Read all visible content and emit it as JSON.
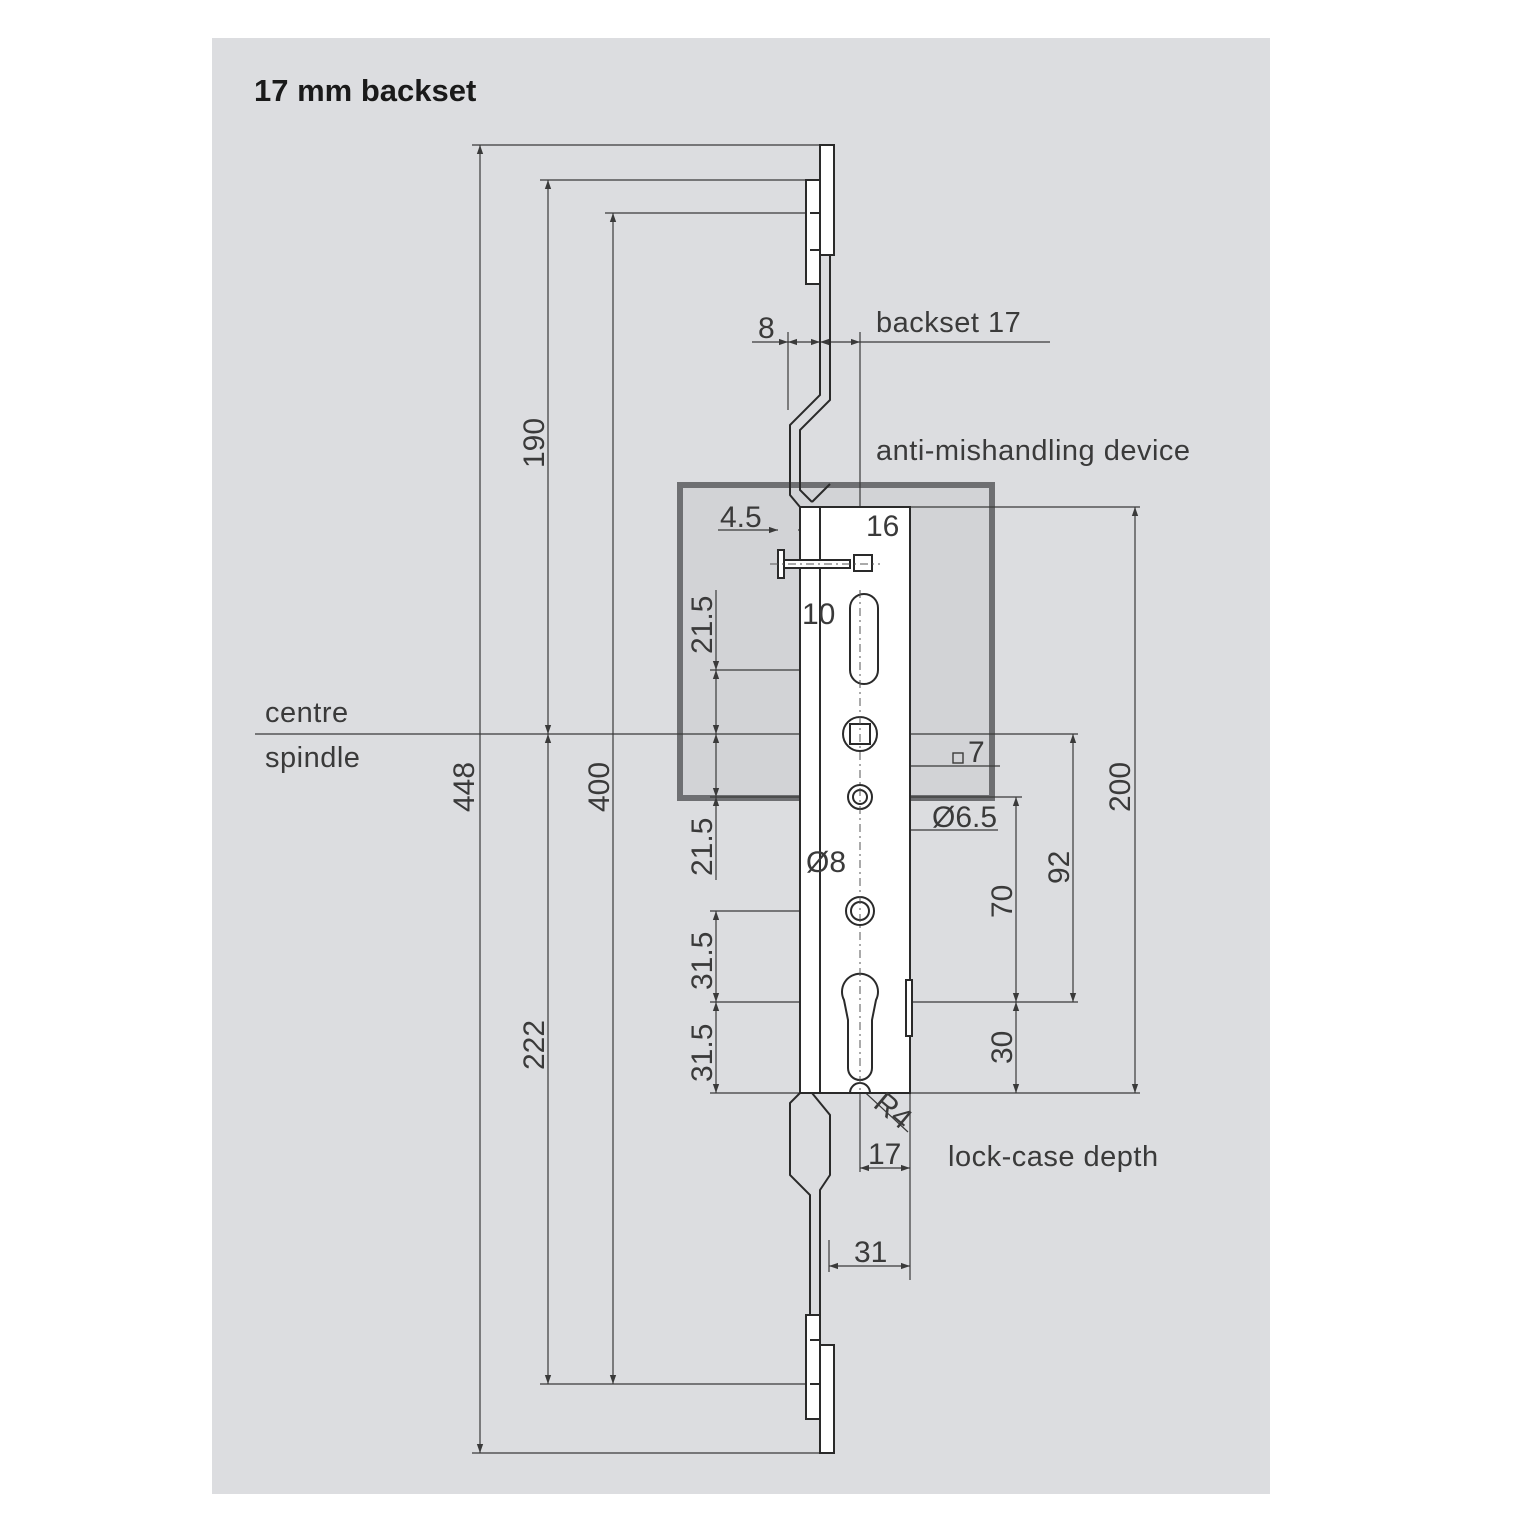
{
  "title": "17 mm backset",
  "labels": {
    "backset": "backset 17",
    "anti_mishandling": "anti-mishandling device",
    "centre": "centre",
    "spindle": "spindle",
    "lock_case_depth": "lock-case depth"
  },
  "dimensions": {
    "d8": "8",
    "d4_5": "4.5",
    "d16": "16",
    "d10": "10",
    "d21_5_top": "21.5",
    "d21_5_bottom": "21.5",
    "d7": "7",
    "d6_5": "Ø6.5",
    "d8_hole": "Ø8",
    "d31_5_top": "31.5",
    "d31_5_bottom": "31.5",
    "d70": "70",
    "d92": "92",
    "d30": "30",
    "d200": "200",
    "d190": "190",
    "d448": "448",
    "d400": "400",
    "d222": "222",
    "d17": "17",
    "d31": "31",
    "r4": "R4"
  },
  "colors": {
    "panel": "#dcdde0",
    "device_box_fill": "#d2d3d6",
    "device_box_stroke": "#6e6f72",
    "lines": "#3a3a3a"
  }
}
